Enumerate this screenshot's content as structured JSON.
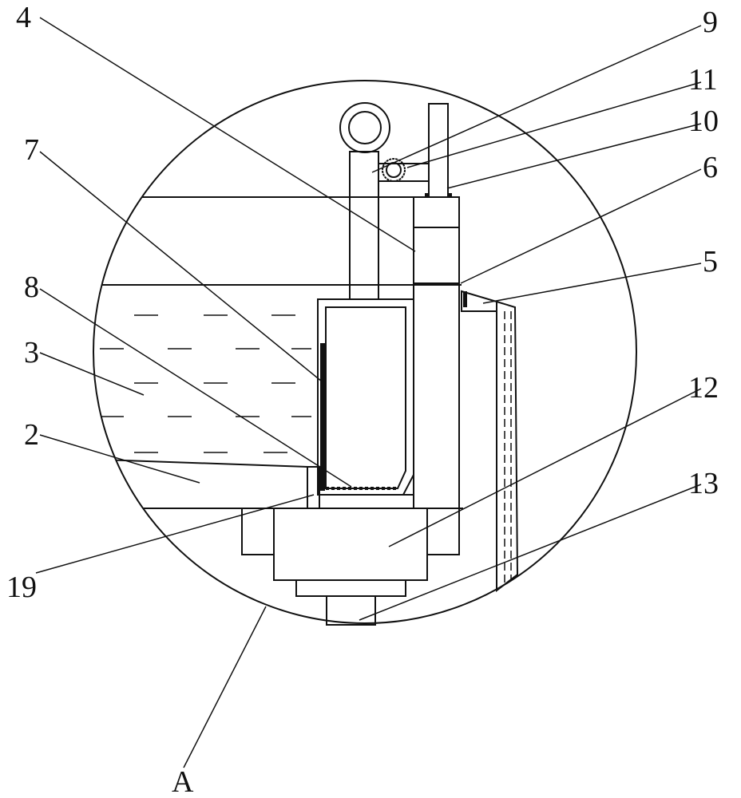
{
  "figure": {
    "labels": {
      "l4": "4",
      "l9": "9",
      "l11": "11",
      "l10": "10",
      "l6": "6",
      "l5": "5",
      "l7": "7",
      "l8": "8",
      "l3": "3",
      "l2": "2",
      "l12": "12",
      "l13": "13",
      "l19": "19",
      "lA": "A"
    }
  }
}
